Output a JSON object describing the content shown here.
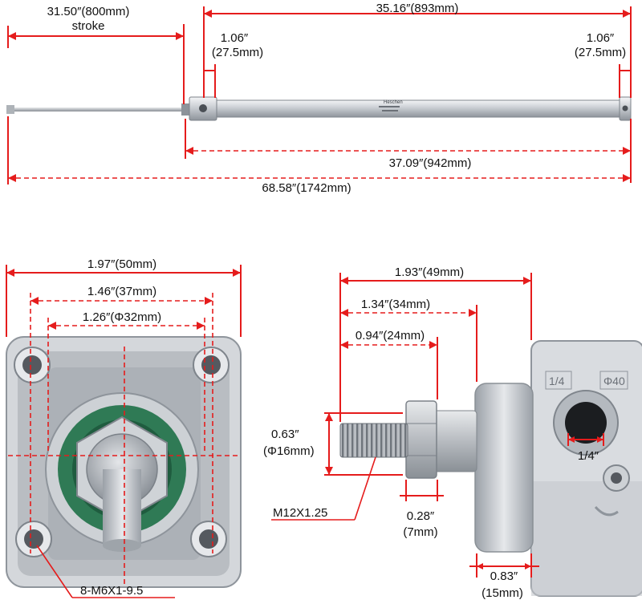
{
  "colors": {
    "dimension": "#e51c1c",
    "cylinder": "#cfd3d8",
    "seal": "#2f7a55",
    "text": "#111111"
  },
  "top_view": {
    "stroke_value": "31.50″(800mm)",
    "stroke_label": "stroke",
    "body_length": "35.16″(893mm)",
    "end_cap_left_in": "1.06″",
    "end_cap_left_mm": "(27.5mm)",
    "end_cap_right_in": "1.06″",
    "end_cap_right_mm": "(27.5mm)",
    "closed_length": "37.09″(942mm)",
    "extended_length": "68.58″(1742mm)",
    "brand": "Heschen"
  },
  "front_view": {
    "square_width": "1.97″(50mm)",
    "hole_spacing": "1.46″(37mm)",
    "bore": "1.26″(Φ32mm)",
    "mount_thread": "8-M6X1-9.5"
  },
  "side_view": {
    "overall": "1.93″(49mm)",
    "rod_extension": "1.34″(34mm)",
    "thread_length": "0.94″(24mm)",
    "rod_dia_in": "0.63″",
    "rod_dia_mm": "(Φ16mm)",
    "thread_spec": "M12X1.25",
    "nut_thickness_in": "0.28″",
    "nut_thickness_mm": "(7mm)",
    "flange_in": "0.83″",
    "flange_mm": "(15mm)",
    "port_size": "1/4″",
    "cap_mark_left": "1/4",
    "cap_mark_right": "Φ40"
  }
}
